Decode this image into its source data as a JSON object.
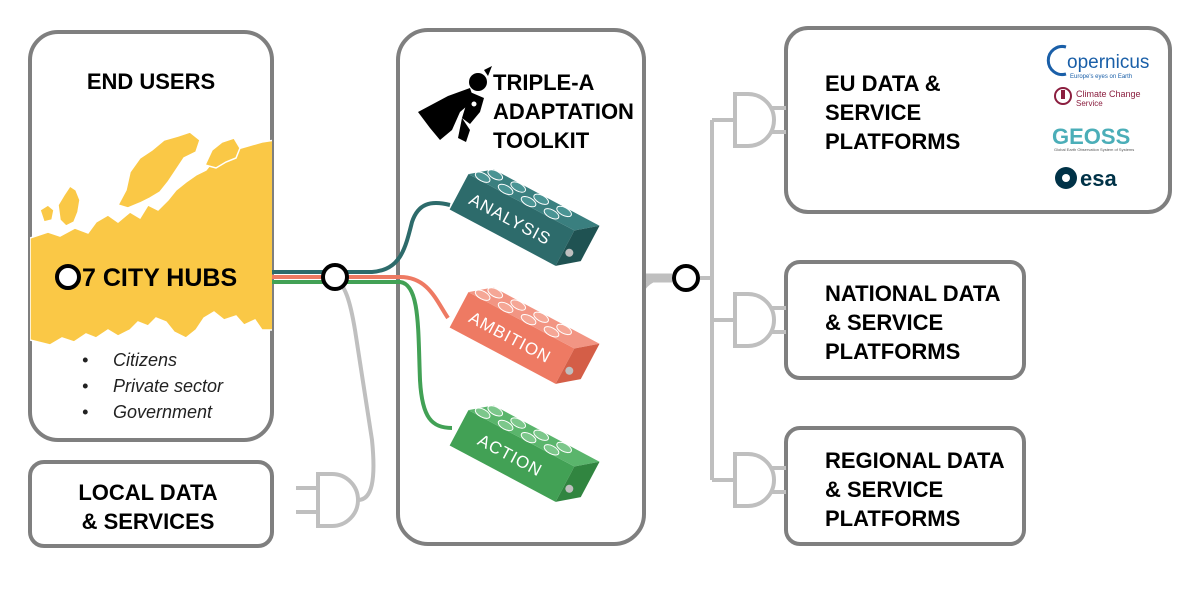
{
  "end_users": {
    "title": "END USERS",
    "hub_label": "7 CITY HUBS",
    "bullets": [
      "Citizens",
      "Private sector",
      "Government"
    ],
    "map_color": "#FAC846"
  },
  "local_data": {
    "title_lines": [
      "LOCAL DATA",
      "& SERVICES"
    ]
  },
  "toolkit": {
    "title_lines": [
      "TRIPLE-A",
      "ADAPTATION",
      "TOOLKIT"
    ],
    "icon": "superhero-icon",
    "bricks": [
      {
        "label": "ANALYSIS",
        "color": "#2D6B6B"
      },
      {
        "label": "AMBITION",
        "color": "#EE7A63"
      },
      {
        "label": "ACTION",
        "color": "#42A155"
      }
    ]
  },
  "eu_platforms": {
    "title_lines": [
      "EU DATA &",
      "SERVICE",
      "PLATFORMS"
    ],
    "logos": [
      {
        "name": "copernicus-logo",
        "text": "opernicus",
        "tagline": "Europe's eyes on Earth"
      },
      {
        "name": "climate-change-service-logo",
        "text": "Climate Change",
        "text2": "Service"
      },
      {
        "name": "geoss-logo",
        "text": "GEOSS",
        "tagline": "Global Earth Observation System of Systems"
      },
      {
        "name": "esa-logo",
        "text": "esa"
      }
    ]
  },
  "national_platforms": {
    "title_lines": [
      "NATIONAL DATA",
      "& SERVICE",
      "PLATFORMS"
    ]
  },
  "regional_platforms": {
    "title_lines": [
      "REGIONAL DATA",
      "& SERVICE",
      "PLATFORMS"
    ]
  },
  "colors": {
    "box_border": "#7F7F7F",
    "connector": "#BFBFBF",
    "analysis": "#2D6B6B",
    "ambition": "#EE7A63",
    "action": "#42A155"
  }
}
